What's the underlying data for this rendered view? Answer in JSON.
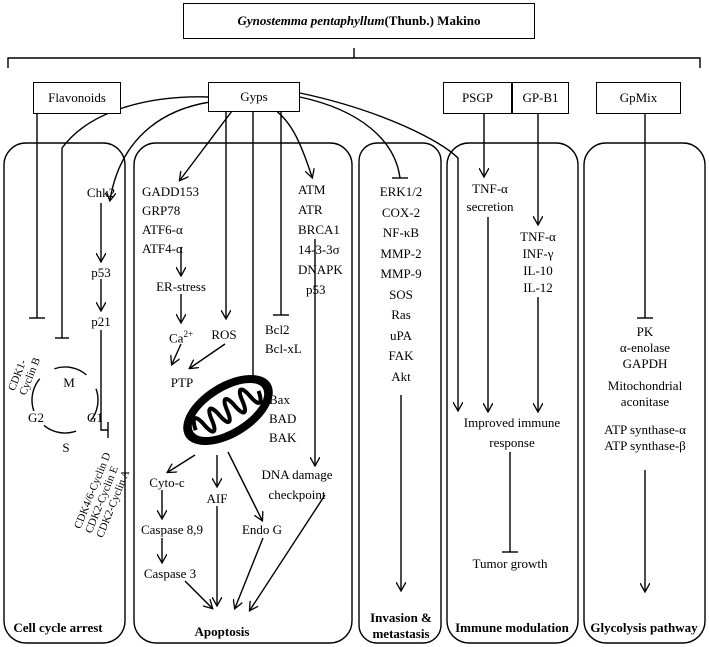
{
  "title": {
    "italic": "Gynostemma pentaphyllum",
    "rest": " (Thunb.) Makino"
  },
  "sources": {
    "flavonoids": "Flavonoids",
    "gyps": "Gyps",
    "psgp": "PSGP",
    "gpb1": "GP-B1",
    "gpmix": "GpMix"
  },
  "panels": {
    "cell_cycle": {
      "title": "Cell cycle arrest",
      "chk2": "Chk2",
      "p53": "p53",
      "p21": "p21",
      "m": "M",
      "g1": "G1",
      "g2": "G2",
      "s": "S",
      "cdk1_line1": "CDK1-",
      "cdk1_line2": "Cyclin B",
      "cdk46": "CDK4/6-Cyclin D",
      "cdk2e": "CDK2-Cyclin E",
      "cdk2a": "CDK2-Cyclin A"
    },
    "apoptosis": {
      "title": "Apoptosis",
      "gadd153": "GADD153",
      "grp78": "GRP78",
      "atf6": "ATF6-α",
      "atf4": "ATF4-α",
      "er_stress": "ER-stress",
      "ca": "Ca",
      "ca_sup": "2+",
      "ros": "ROS",
      "ptp": "PTP",
      "bcl2": "Bcl2",
      "bclxl": "Bcl-xL",
      "bax": "Bax",
      "bad": "BAD",
      "bak": "BAK",
      "atm": "ATM",
      "atr": "ATR",
      "brca1": "BRCA1",
      "p1433": "14-3-3σ",
      "dnapk": "DNAPK",
      "p53": "p53",
      "dna_damage_1": "DNA damage",
      "dna_damage_2": "checkpoint",
      "cytoc": "Cyto-c",
      "caspase89": "Caspase 8,9",
      "caspase3": "Caspase 3",
      "aif": "AIF",
      "endog": "Endo G"
    },
    "invasion": {
      "title_1": "Invasion &",
      "title_2": "metastasis",
      "items": [
        "ERK1/2",
        "COX-2",
        "NF-κB",
        "MMP-2",
        "MMP-9",
        "SOS",
        "Ras",
        "uPA",
        "FAK",
        "Akt"
      ]
    },
    "immune": {
      "title": "Immune modulation",
      "tnf_1": "TNF-α",
      "tnf_2": "secretion",
      "cytokines": [
        "TNF-α",
        "INF-γ",
        "IL-10",
        "IL-12"
      ],
      "improved_1": "Improved immune",
      "improved_2": "response",
      "tumor": "Tumor growth"
    },
    "glycolysis": {
      "title": "Glycolysis pathway",
      "items": [
        "PK",
        "α-enolase",
        "GAPDH",
        "Mitochondrial",
        "aconitase",
        "ATP synthase-α",
        "ATP synthase-β"
      ]
    }
  }
}
